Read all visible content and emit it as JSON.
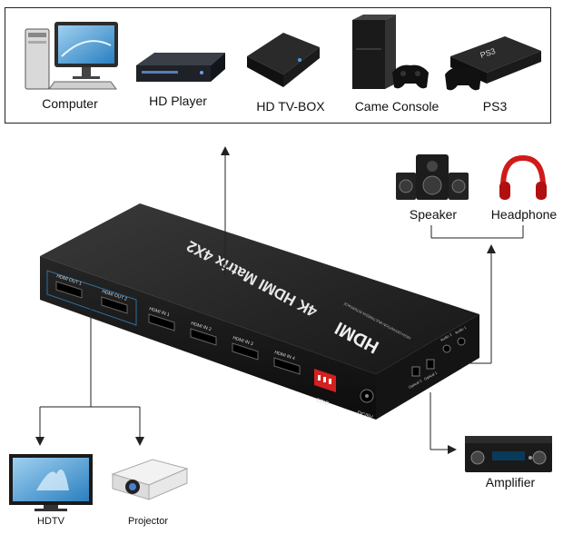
{
  "sources": [
    {
      "name": "computer",
      "label": "Computer"
    },
    {
      "name": "hd-player",
      "label": "HD Player"
    },
    {
      "name": "hd-tv-box",
      "label": "HD TV-BOX"
    },
    {
      "name": "game-console",
      "label": "Came Console"
    },
    {
      "name": "ps3",
      "label": "PS3"
    }
  ],
  "audio_outputs": [
    {
      "name": "speaker",
      "label": "Speaker"
    },
    {
      "name": "headphone",
      "label": "Headphone"
    }
  ],
  "display_outputs": [
    {
      "name": "hdtv",
      "label": "HDTV"
    },
    {
      "name": "projector",
      "label": "Projector"
    }
  ],
  "amplifier": {
    "label": "Amplifier"
  },
  "device": {
    "title": "4K HDMI Matrix 4X2",
    "brand": "HDMI",
    "brand_tagline": "HIGH-DEFINITION MULTIMEDIA INTERFACE",
    "ports_out": [
      "HDMI OUT 1",
      "HDMI OUT 2"
    ],
    "ports_in": [
      "HDMI IN 1",
      "HDMI IN 2",
      "HDMI IN 3",
      "HDMI IN 4"
    ],
    "edid_label": "EDID",
    "power_label": "DC/5V",
    "optical_labels": [
      "Optical 2",
      "Optical 1"
    ],
    "audio_labels": [
      "Audio 2",
      "Audio 1"
    ]
  }
}
